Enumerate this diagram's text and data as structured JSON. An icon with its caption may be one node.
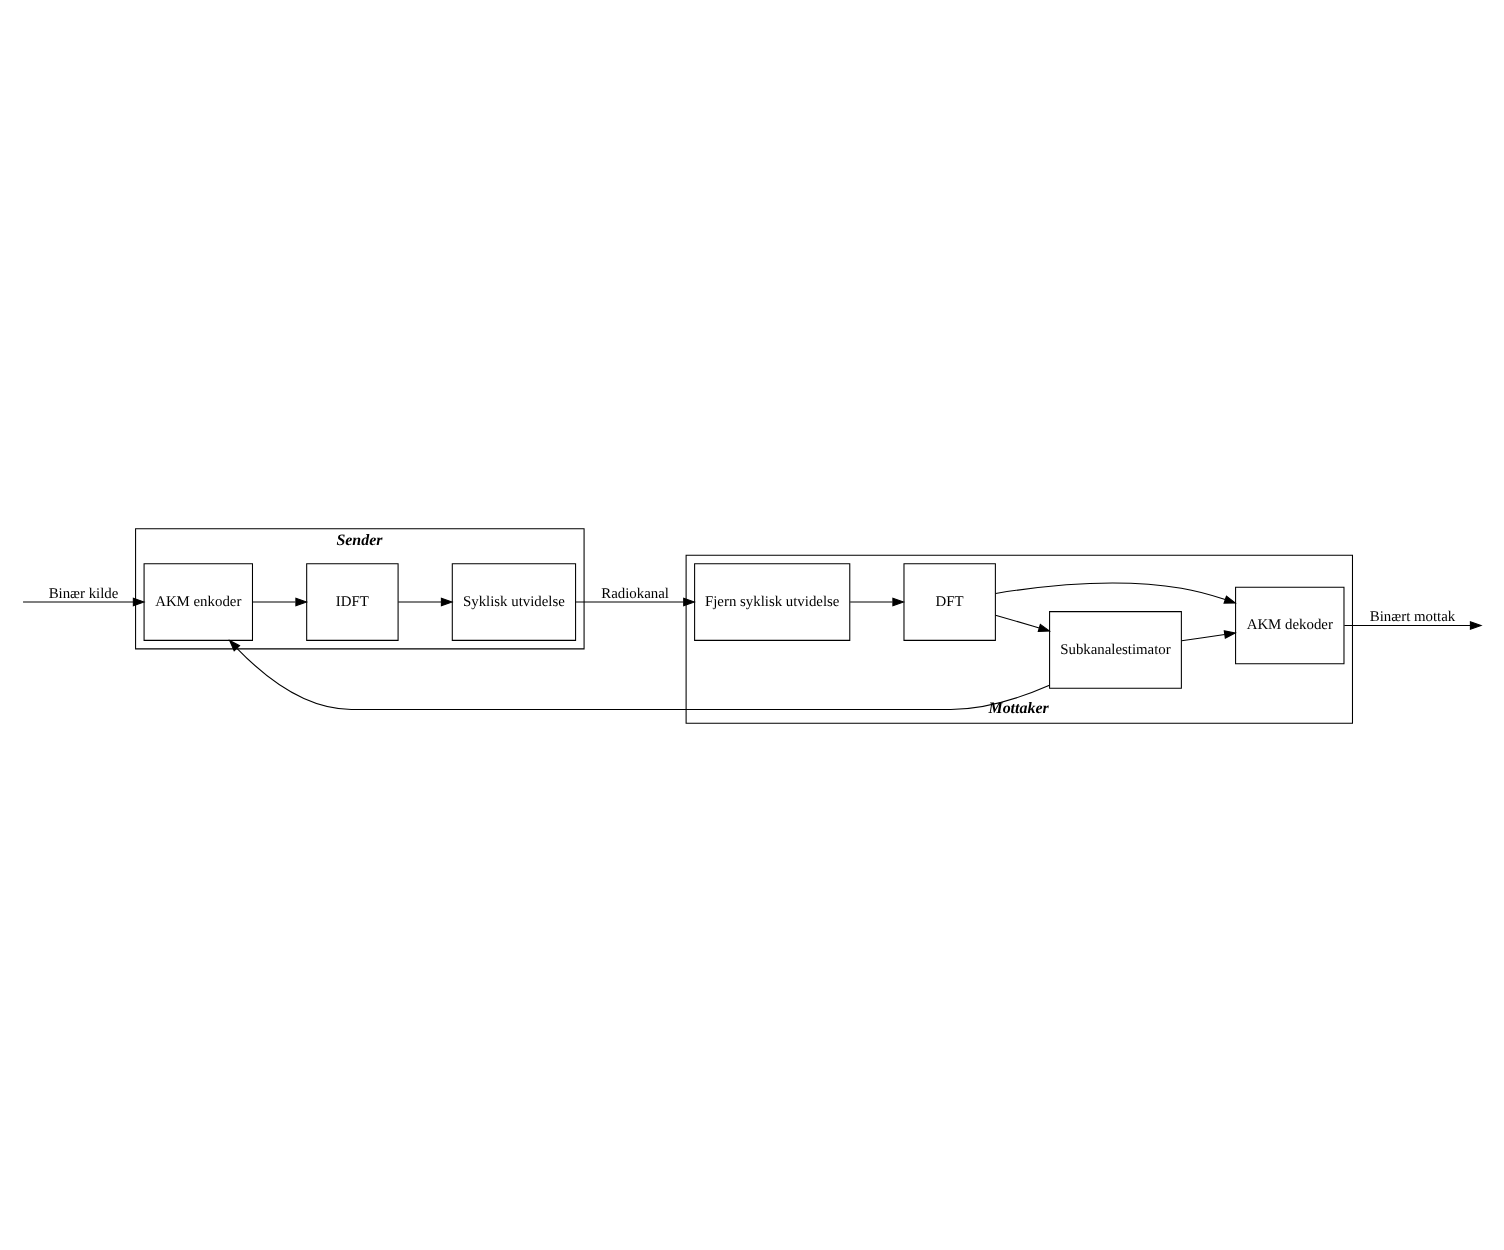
{
  "diagram": {
    "nodes": [
      {
        "text": [
          "Sender"
        ]
      },
      {
        "text": [
          "AKM enkoder"
        ],
        "in": 0
      },
      {
        "text": [
          "IDFT"
        ],
        "in": 0
      },
      {
        "text": [
          "Syklisk utvidelse"
        ],
        "in": 0
      },
      {
        "text": [
          "Mottaker"
        ]
      },
      {
        "text": [
          "Subkanalestimator"
        ],
        "in": 4
      },
      {
        "text": [
          "AKM dekoder"
        ],
        "in": 4
      },
      {
        "text": [
          "DFT"
        ],
        "in": 4
      },
      {
        "text": [
          "Fjern syklisk utvidelse"
        ],
        "in": 4
      }
    ],
    "edges": [
      {
        "from": null,
        "to": 1,
        "arrow": "to",
        "label": "Binær kilde"
      },
      {
        "from": 1,
        "to": 2,
        "arrow": "to"
      },
      {
        "from": 2,
        "to": 3,
        "arrow": "to"
      },
      {
        "from": 3,
        "to": 8,
        "arrow": "to",
        "label": "Radiokanal"
      },
      {
        "from": 8,
        "to": 7,
        "arrow": "to"
      },
      {
        "from": 7,
        "to": 6,
        "arrow": "to"
      },
      {
        "from": 7,
        "to": 5,
        "arrow": "to"
      },
      {
        "from": 5,
        "to": 6,
        "arrow": "to"
      },
      {
        "from": 5,
        "to": 1,
        "arrow": "to"
      },
      {
        "from": 6,
        "to": null,
        "arrow": "to",
        "label": "Binært mottak"
      }
    ]
  }
}
